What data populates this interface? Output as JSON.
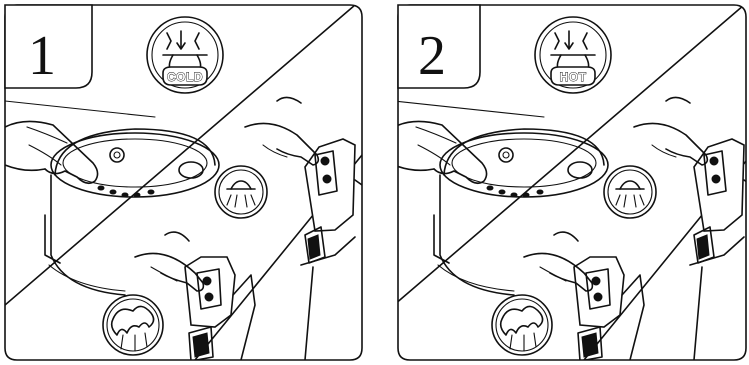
{
  "panels": [
    {
      "step": "1",
      "mode_label": "COLD",
      "mode_icon": "cold-water-icon"
    },
    {
      "step": "2",
      "mode_label": "HOT",
      "mode_icon": "hot-water-icon"
    }
  ],
  "icons": {
    "fan": "fan-icon",
    "steam": "steam-icon"
  }
}
